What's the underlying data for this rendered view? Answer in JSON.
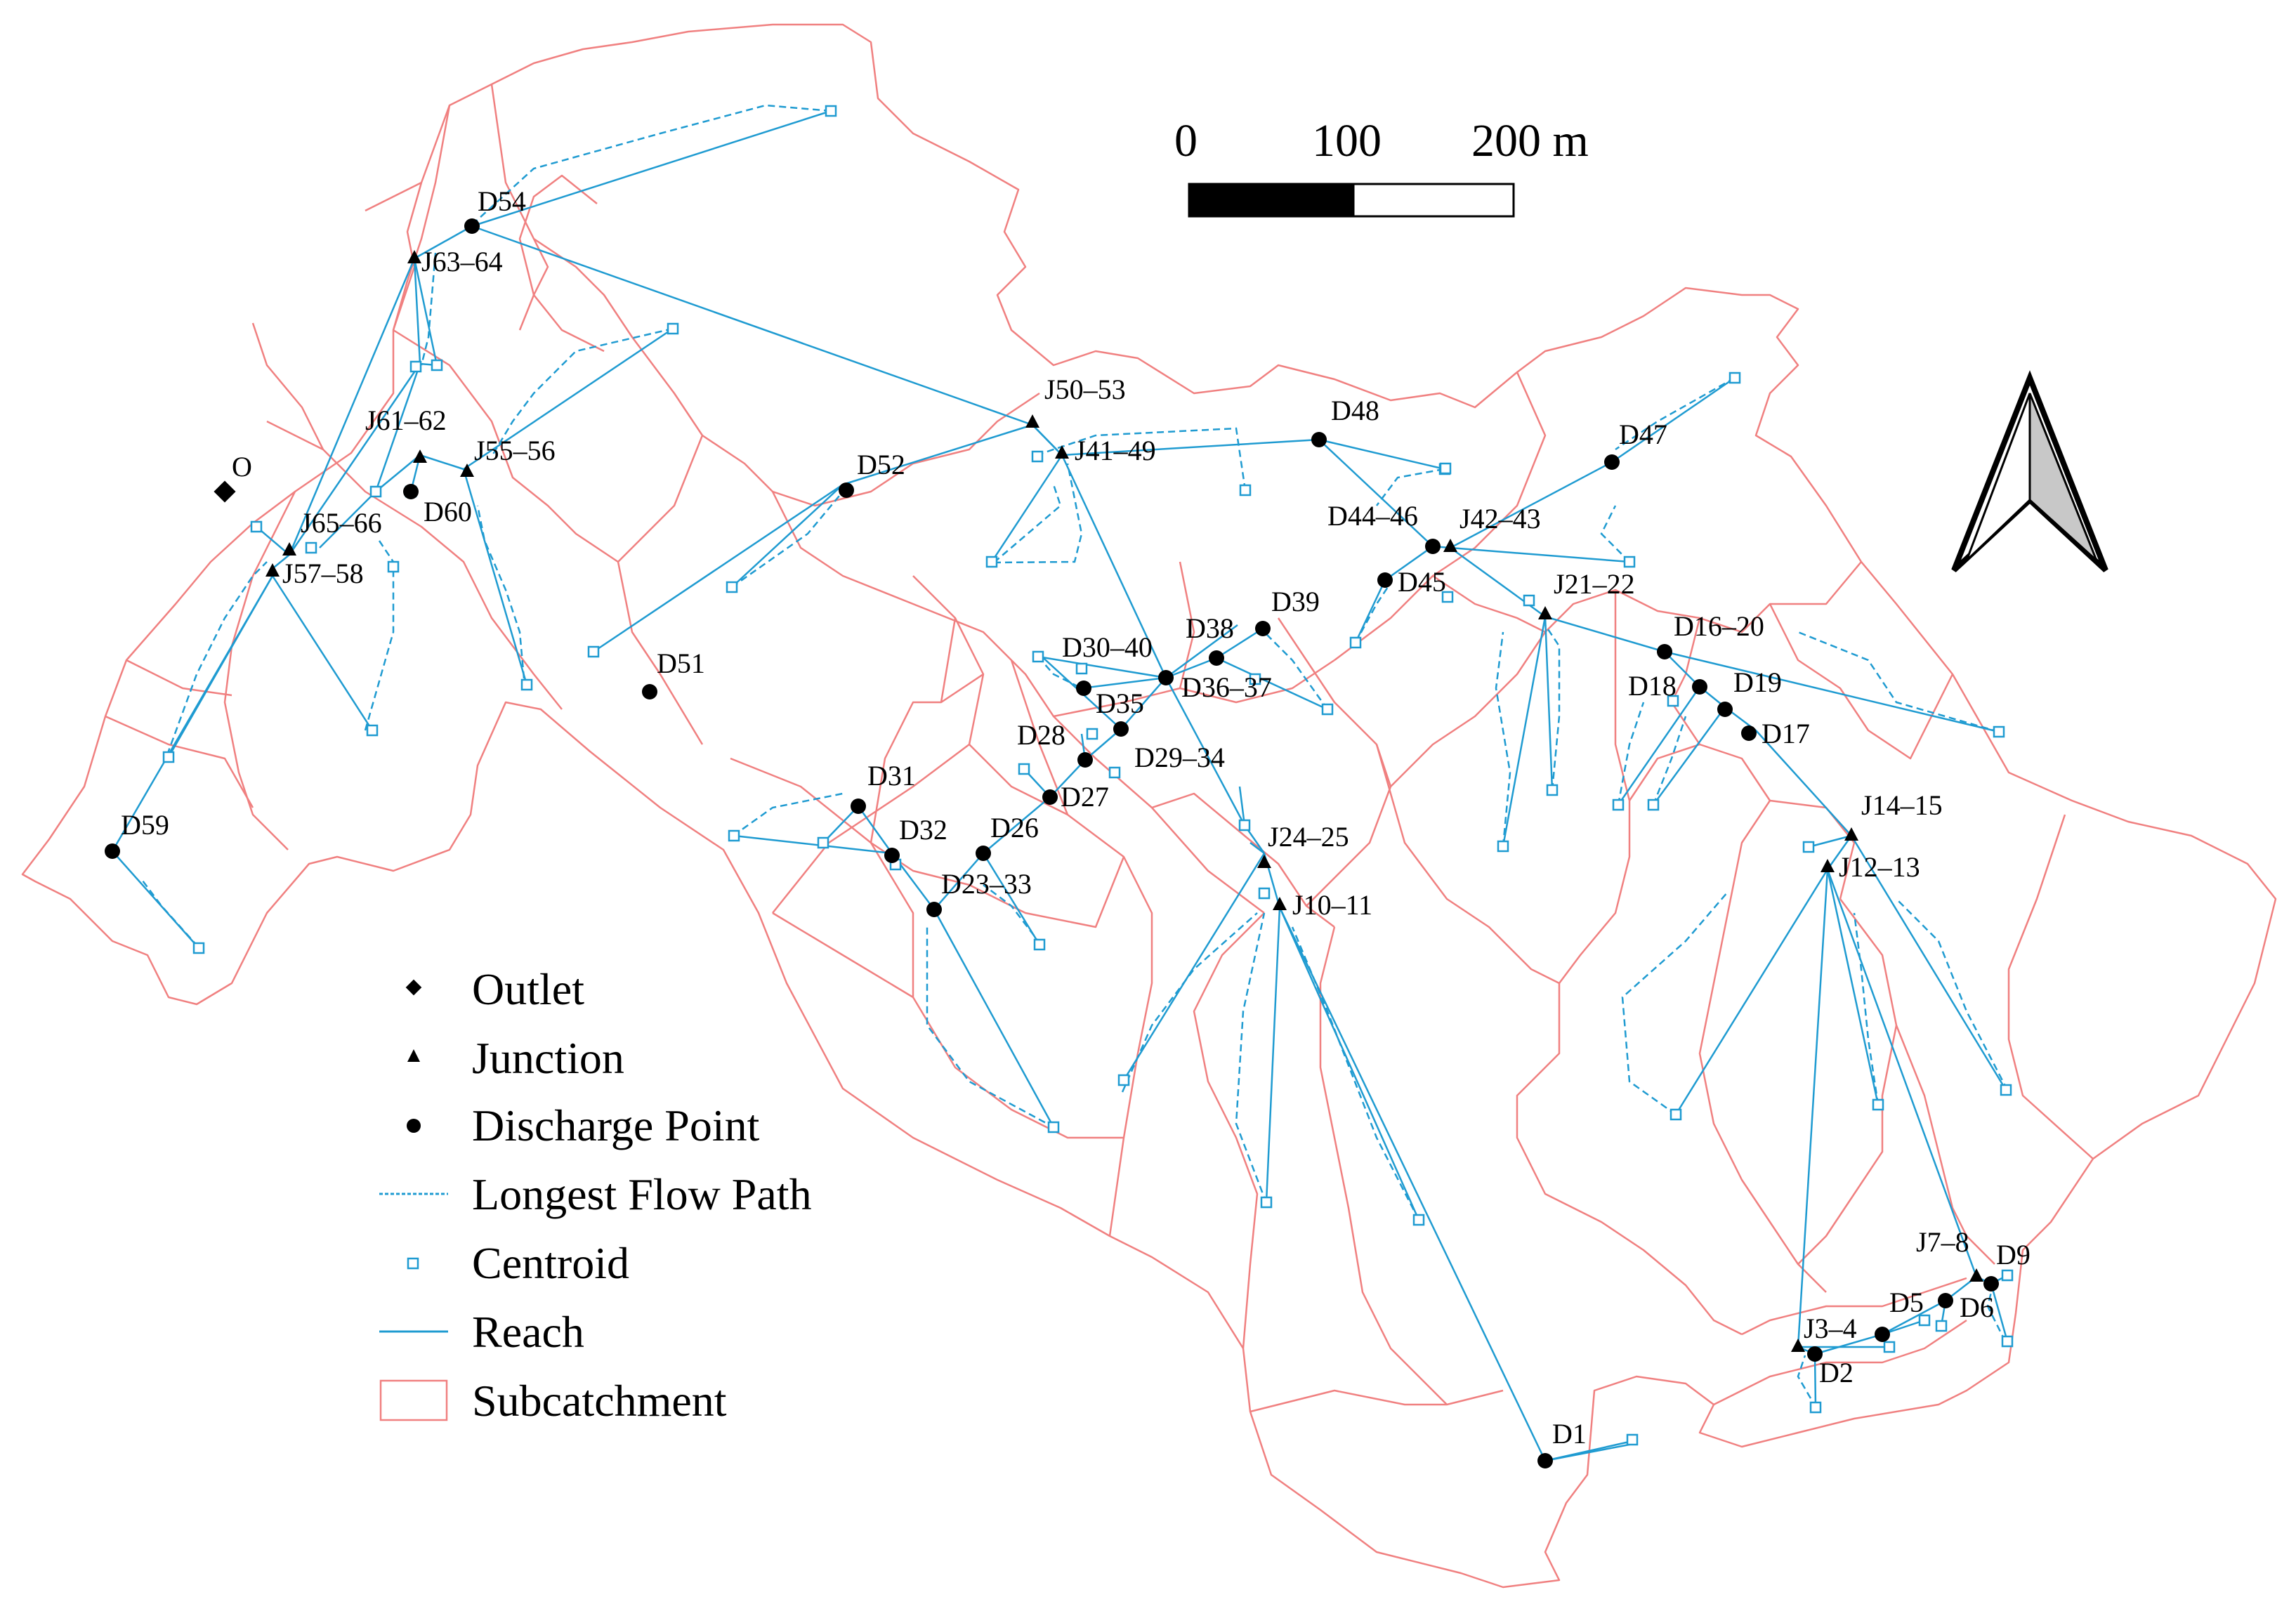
{
  "legend": {
    "outlet": "Outlet",
    "junction": "Junction",
    "discharge_point": "Discharge Point",
    "longest_flow_path": "Longest Flow Path",
    "centroid": "Centroid",
    "reach": "Reach",
    "subcatchment": "Subcatchment"
  },
  "scale_bar": {
    "tick_0": "0",
    "tick_1": "100",
    "tick_2": "200 m"
  },
  "colors": {
    "subcatchment": "#f08080",
    "reach": "#1f9bd1",
    "centroid": "#1f9bd1",
    "marker": "#000000"
  },
  "labels": {
    "O": "O",
    "D54": "D54",
    "J63_64": "J63–64",
    "J61_62": "J61–62",
    "J55_56": "J55–56",
    "J65_66": "J65–66",
    "D60": "D60",
    "J57_58": "J57–58",
    "D59": "D59",
    "D52": "D52",
    "D51": "D51",
    "J50_53": "J50–53",
    "J41_49": "J41–49",
    "D48": "D48",
    "D47": "D47",
    "D44_46": "D44–46",
    "J42_43": "J42–43",
    "D45": "D45",
    "J21_22": "J21–22",
    "D39": "D39",
    "D38": "D38",
    "D30_40": "D30–40",
    "D36_37": "D36–37",
    "D35": "D35",
    "D28": "D28",
    "D29_34": "D29–34",
    "D27": "D27",
    "D31": "D31",
    "D32": "D32",
    "D26": "D26",
    "D23_33": "D23–33",
    "J24_25": "J24–25",
    "J10_11": "J10–11",
    "D16_20": "D16–20",
    "D18": "D18",
    "D19": "D19",
    "D17": "D17",
    "J14_15": "J14–15",
    "J12_13": "J12–13",
    "J7_8": "J7–8",
    "D9": "D9",
    "D5": "D5",
    "D6": "D6",
    "J3_4": "J3–4",
    "D2": "D2",
    "D1": "D1"
  }
}
